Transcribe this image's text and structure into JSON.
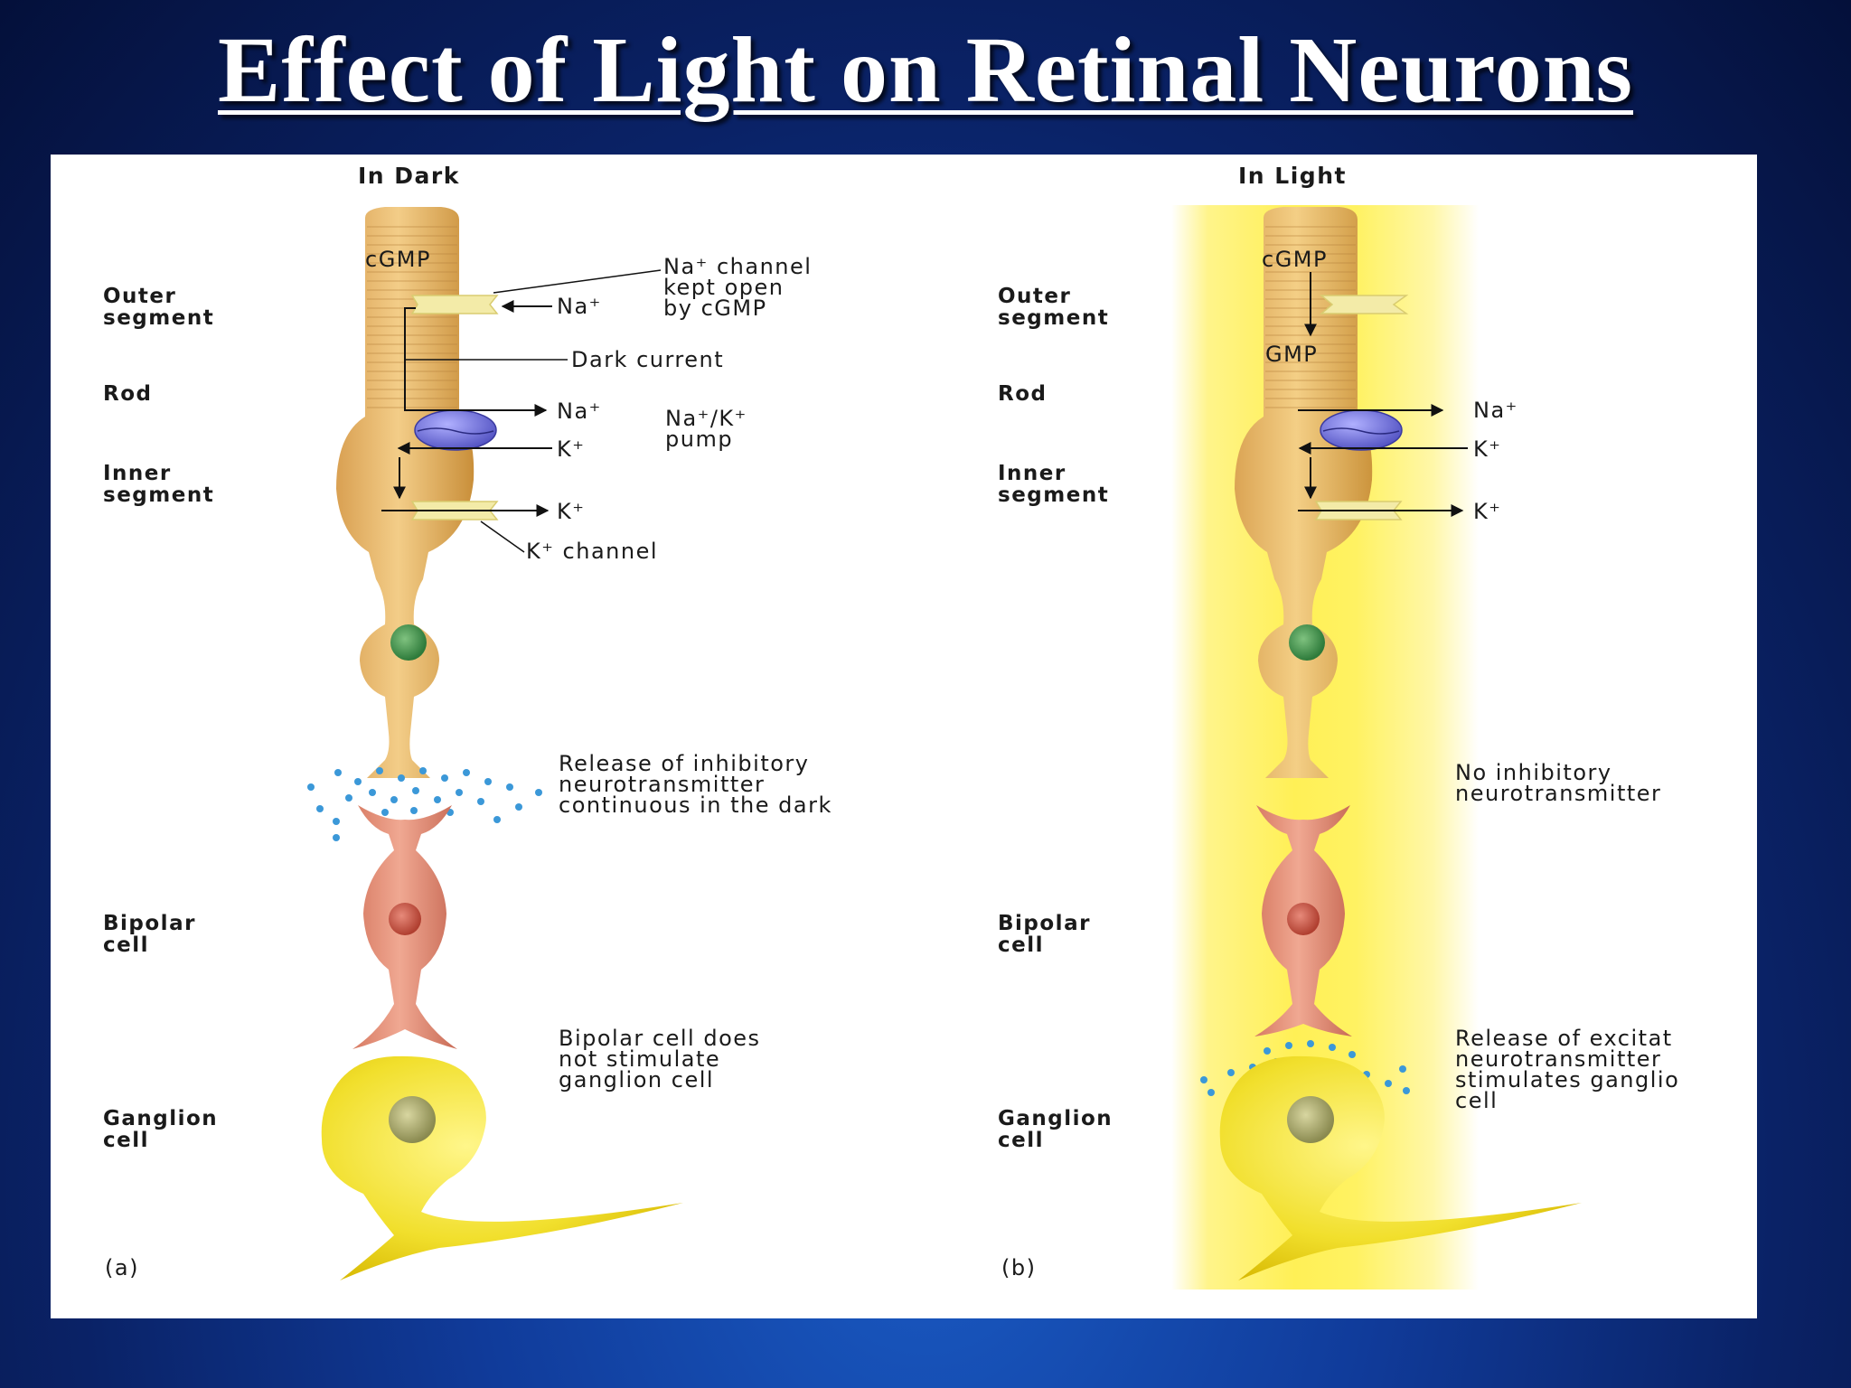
{
  "title": "Effect of Light on Retinal Neurons",
  "dark": {
    "heading": "In Dark",
    "side_labels": {
      "outer_1": "Outer",
      "outer_2": "segment",
      "rod": "Rod",
      "inner_1": "Inner",
      "inner_2": "segment",
      "bipolar_1": "Bipolar",
      "bipolar_2": "cell",
      "ganglion_1": "Ganglion",
      "ganglion_2": "cell"
    },
    "cgmp": "cGMP",
    "na_channel_1": "Na⁺ channel",
    "na_channel_2": "kept open",
    "na_channel_3": "by cGMP",
    "na_in": "Na⁺",
    "dark_current": "Dark current",
    "na_out": "Na⁺",
    "k_in": "K⁺",
    "pump_1": "Na⁺/K⁺",
    "pump_2": "pump",
    "k_out": "K⁺",
    "k_channel": "K⁺ channel",
    "release_1": "Release of inhibitory",
    "release_2": "neurotransmitter",
    "release_3": "continuous in the dark",
    "bipolar_note_1": "Bipolar cell does",
    "bipolar_note_2": "not stimulate",
    "bipolar_note_3": "ganglion cell",
    "panel_label": "(a)"
  },
  "light": {
    "heading": "In Light",
    "side_labels": {
      "outer_1": "Outer",
      "outer_2": "segment",
      "rod": "Rod",
      "inner_1": "Inner",
      "inner_2": "segment",
      "bipolar_1": "Bipolar",
      "bipolar_2": "cell",
      "ganglion_1": "Ganglion",
      "ganglion_2": "cell"
    },
    "cgmp": "cGMP",
    "gmp": "GMP",
    "na_out": "Na⁺",
    "k_in": "K⁺",
    "k_out": "K⁺",
    "no_inhib_1": "No inhibitory",
    "no_inhib_2": "neurotransmitter",
    "excit_1": "Release of excitat",
    "excit_2": "neurotransmitter",
    "excit_3": "stimulates ganglio",
    "excit_4": "cell",
    "panel_label": "(b)"
  },
  "colors": {
    "rod": "#e8b86a",
    "rod_dark": "#c98f3a",
    "channel": "#f3eba8",
    "pump": "#6f6fd6",
    "bipolar": "#e49078",
    "ganglion": "#f1df2c",
    "neurotransmitter": "#3b98d8"
  }
}
